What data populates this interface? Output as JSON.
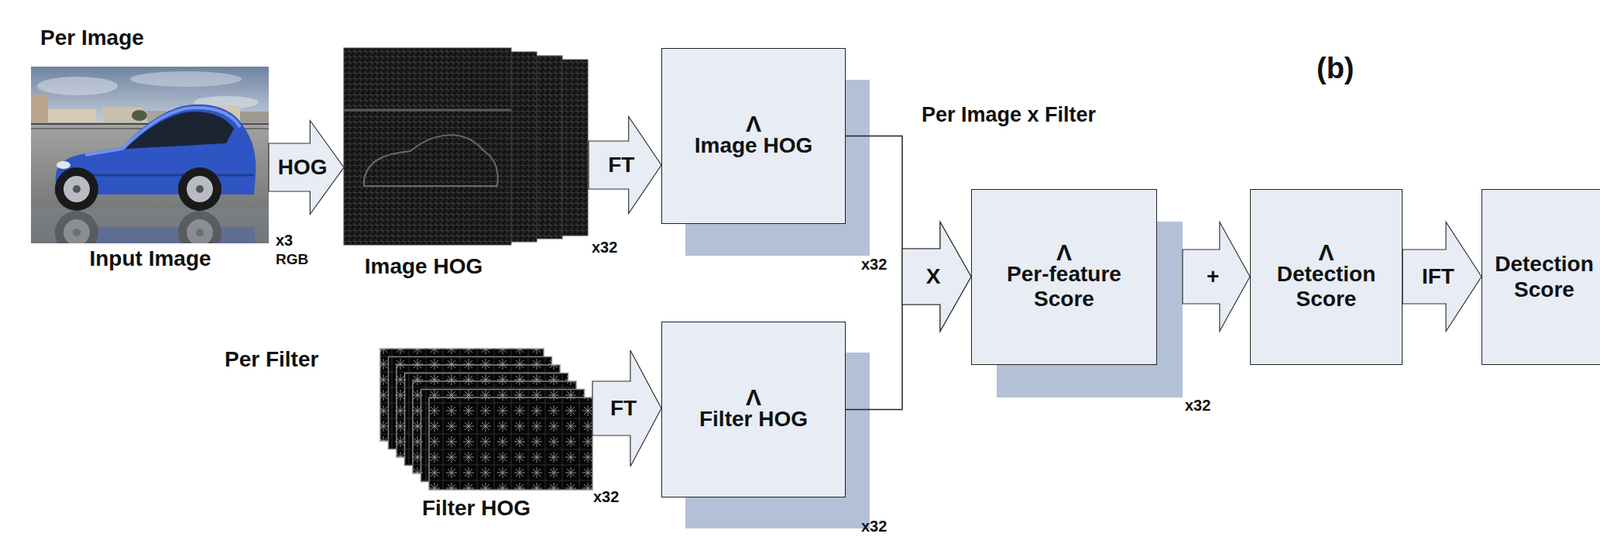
{
  "diagram": {
    "nodes": [
      {
        "text": [
          "Input Image"
        ]
      },
      {
        "text": [
          "Image HOG"
        ]
      },
      {
        "text": [
          "Λ",
          "Image HOG"
        ]
      },
      {
        "text": [
          "Filter HOG"
        ]
      },
      {
        "text": [
          "Λ",
          "Filter HOG"
        ]
      },
      {
        "text": [
          "Λ",
          "Per-feature Score"
        ]
      },
      {
        "text": [
          "Λ",
          "Detection Score"
        ]
      },
      {
        "text": [
          "Detection Score"
        ]
      }
    ],
    "edges": [
      {
        "from": 0,
        "to": 1,
        "arrow": "to",
        "label": "HOG"
      },
      {
        "from": 1,
        "to": 2,
        "arrow": "to",
        "label": "FT"
      },
      {
        "from": 3,
        "to": 4,
        "arrow": "to",
        "label": "FT"
      },
      {
        "from": 2,
        "to": 5,
        "arrow": "to",
        "label": "X"
      },
      {
        "from": 4,
        "to": 5,
        "arrow": "to"
      },
      {
        "from": 5,
        "to": 6,
        "arrow": "to",
        "label": "+"
      },
      {
        "from": 6,
        "to": 7,
        "arrow": "to",
        "label": "IFT"
      }
    ],
    "labels": [
      "Per Image",
      "(b)",
      "Per Image x Filter",
      "x3",
      "RGB",
      "x32",
      "x32",
      "x32",
      "Per Filter",
      "x32",
      "x32"
    ]
  }
}
